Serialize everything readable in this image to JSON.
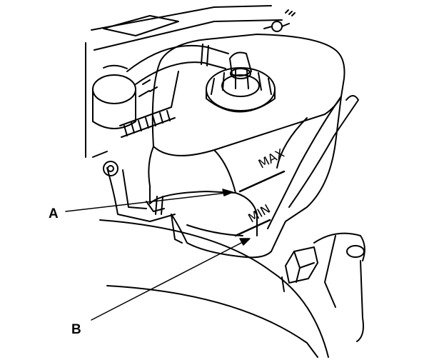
{
  "figure": {
    "level_marks": {
      "max": "MAX",
      "min": "MIN"
    },
    "callouts": {
      "a": "A",
      "b": "B"
    },
    "colors": {
      "ink": "#000000",
      "paper": "#ffffff"
    }
  }
}
